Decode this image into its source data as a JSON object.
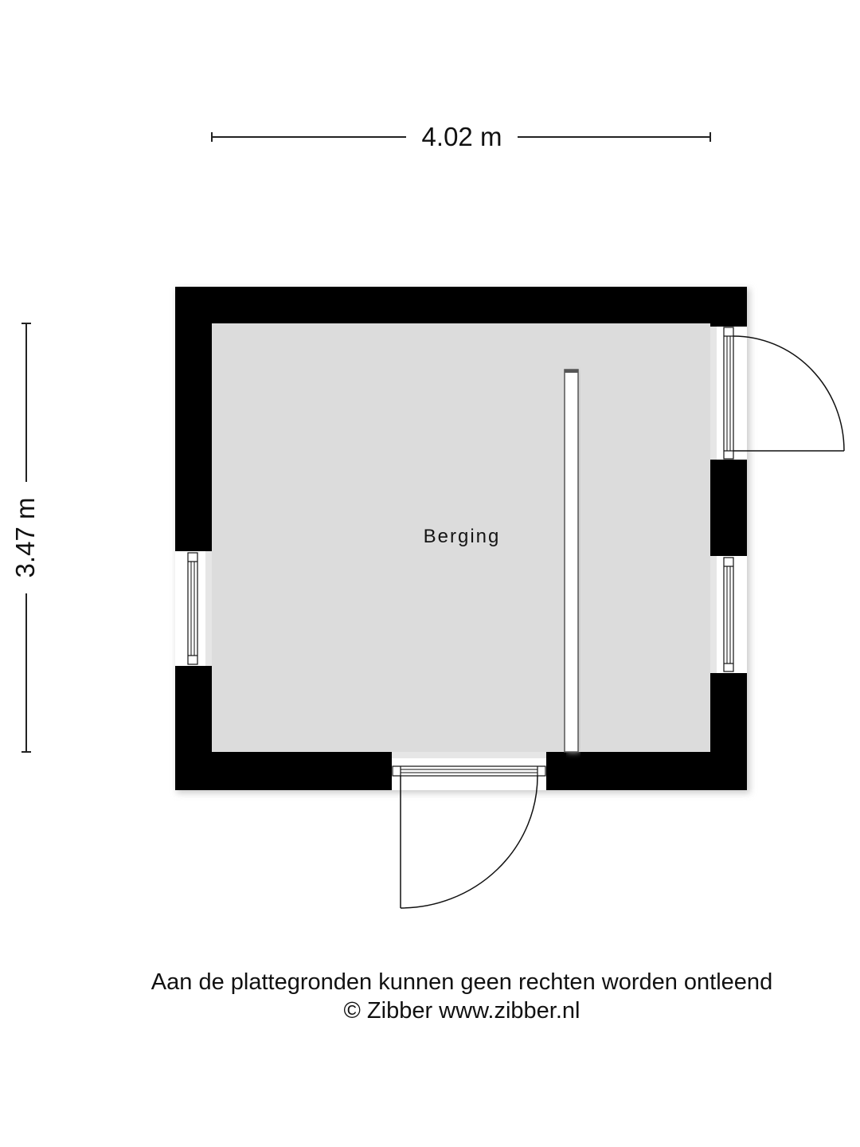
{
  "dimensions": {
    "width_label": "4.02 m",
    "height_label": "3.47 m"
  },
  "rooms": [
    {
      "name": "Berging"
    }
  ],
  "footer": {
    "disclaimer": "Aan de plattegronden kunnen geen rechten worden ontleend",
    "copyright": "© Zibber www.zibber.nl"
  },
  "colors": {
    "wall": "#000000",
    "floor": "#dcdcdc",
    "background": "#ffffff",
    "line": "#111111"
  }
}
